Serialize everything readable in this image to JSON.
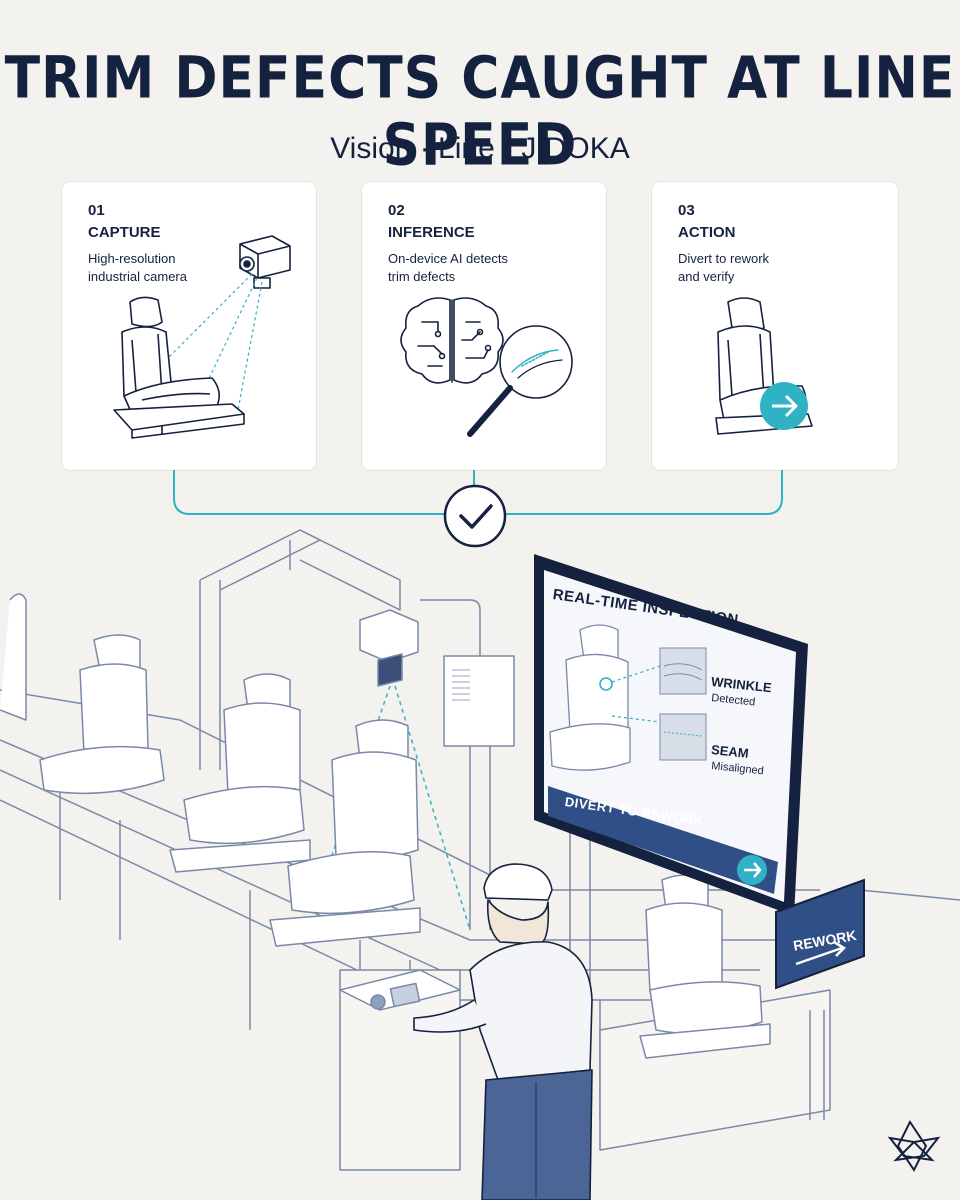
{
  "header": {
    "title": "TRIM DEFECTS CAUGHT AT LINE SPEED",
    "subtitle": "Vision · Line · JIDOKA"
  },
  "steps": [
    {
      "number": "01",
      "heading": "CAPTURE",
      "description_lines": [
        "High-resolution",
        "industrial camera"
      ],
      "illustration": "camera-seat"
    },
    {
      "number": "02",
      "heading": "INFERENCE",
      "description_lines": [
        "On-device AI detects",
        "trim defects"
      ],
      "illustration": "brain-magnifier"
    },
    {
      "number": "03",
      "heading": "ACTION",
      "description_lines": [
        "Divert to rework",
        "and verify"
      ],
      "illustration": "seat-arrow"
    }
  ],
  "connector_icon": "check-icon",
  "screen": {
    "title": "REAL-TIME INSPECTION",
    "defects": [
      {
        "label": "WRINKLE",
        "status": "Detected"
      },
      {
        "label": "SEAM",
        "status": "Misaligned"
      }
    ],
    "button_label": "DIVERT TO REWORK"
  },
  "sign": {
    "label": "REWORK"
  },
  "colors": {
    "navy": "#14223f",
    "accent": "#2fb2c3",
    "background": "#f4f2ee",
    "line_art": "#7a89a8",
    "sign_blue": "#2f4f86"
  }
}
